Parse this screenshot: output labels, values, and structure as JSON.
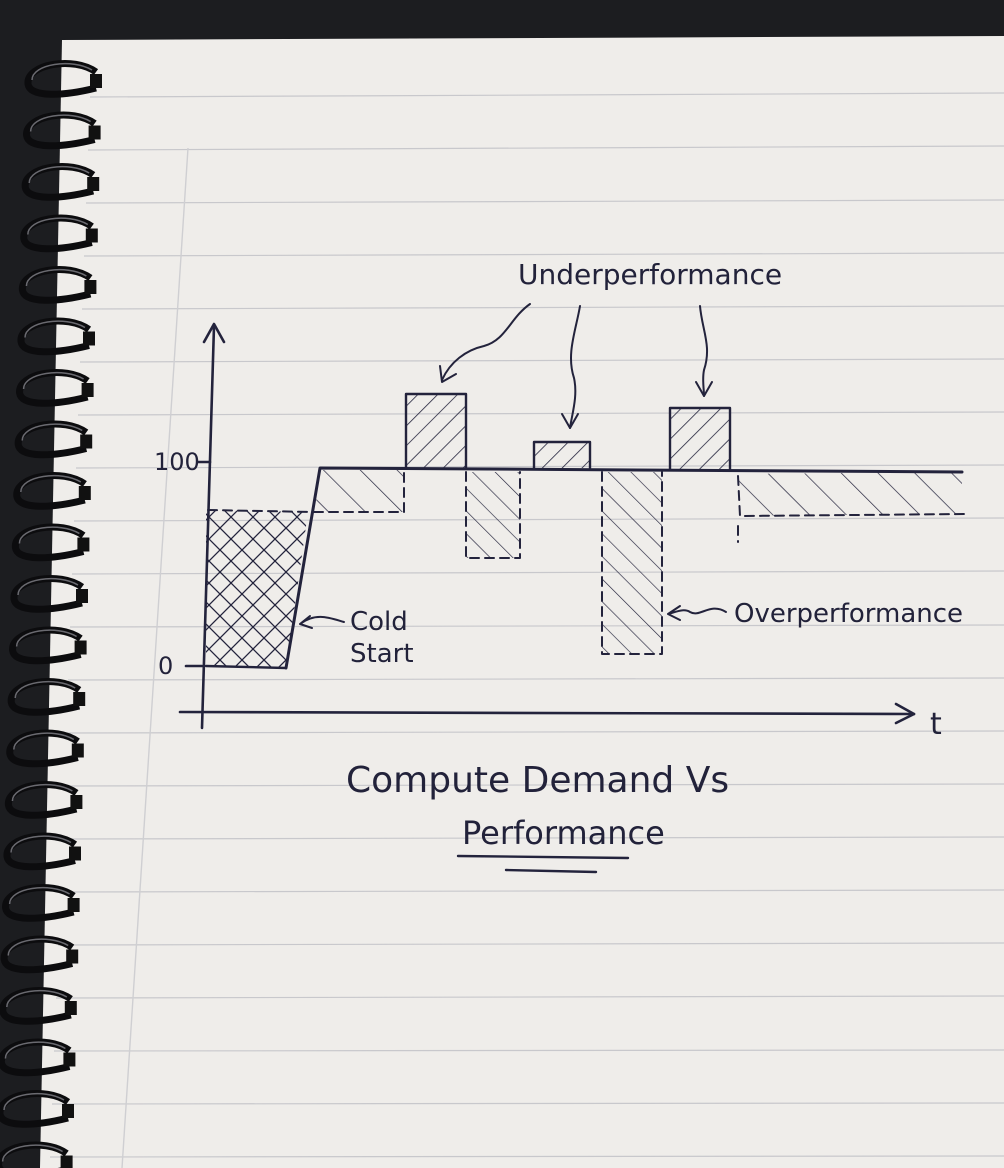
{
  "diagram": {
    "title_line1": "Compute Demand Vs",
    "title_line2": "Performance",
    "y_tick_high": "100",
    "y_tick_low": "0",
    "x_axis_label": "t",
    "label_underperformance": "Underperformance",
    "label_overperformance": "Overperformance",
    "label_cold": "Cold",
    "label_start": "Start"
  },
  "colors": {
    "paper": "#efedea",
    "ink": "#23233c",
    "ruled_line": "#c9c9cc",
    "background": "#1c1d20"
  }
}
